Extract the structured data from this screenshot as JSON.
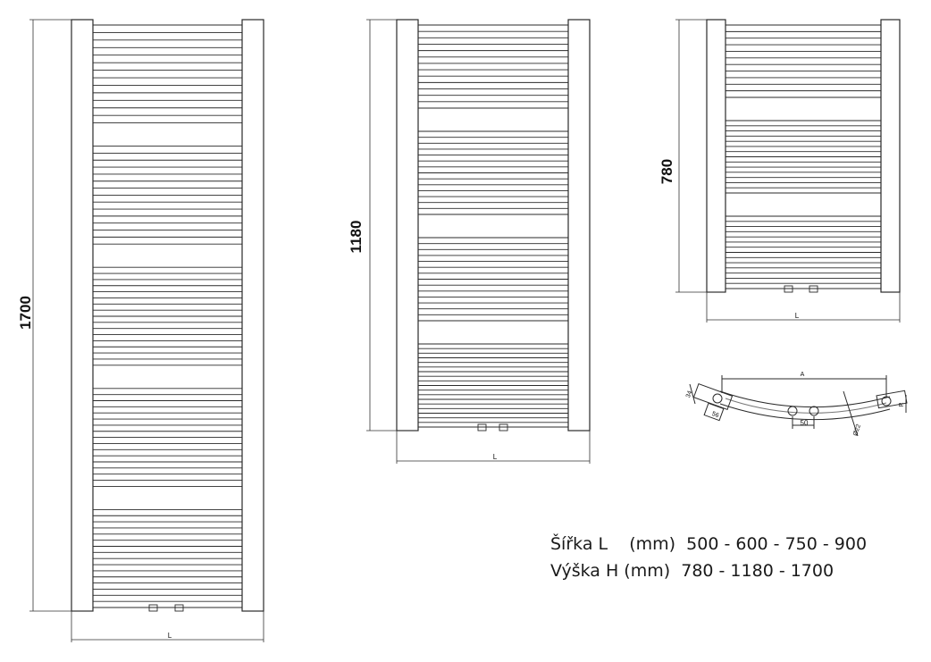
{
  "radiators": [
    {
      "id": "h1700",
      "height_label": "1700",
      "width_label": "L"
    },
    {
      "id": "h1180",
      "height_label": "1180",
      "width_label": "L"
    },
    {
      "id": "h780",
      "height_label": "780",
      "width_label": "L"
    }
  ],
  "plan_view": {
    "width_label": "A",
    "depth_label": "34",
    "offset_label": "56",
    "pipe_spacing_label": "50",
    "right_label": "R",
    "angle_label": "Ø22"
  },
  "specs": {
    "width_line": "Šířka L    (mm)  500 - 600 - 750 - 900",
    "height_line": "Výška H (mm)  780 - 1180 - 1700"
  },
  "colors": {
    "line": "#2a2a2a",
    "dim_line": "#333333"
  }
}
